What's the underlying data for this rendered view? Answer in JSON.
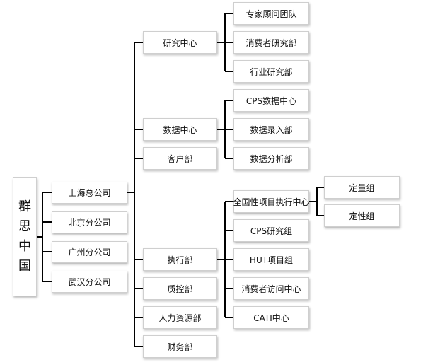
{
  "root": {
    "chars": [
      "群",
      "思",
      "中",
      "国"
    ]
  },
  "branches": [
    "上海总公司",
    "北京分公司",
    "广州分公司",
    "武汉分公司"
  ],
  "departments": {
    "research_center": "研究中心",
    "data_center": "数据中心",
    "client_dept": "客户部",
    "execution_dept": "执行部",
    "qc_dept": "质控部",
    "hr_dept": "人力资源部",
    "finance_dept": "财务部"
  },
  "research_teams": [
    "专家顾问团队",
    "消费者研究部",
    "行业研究部"
  ],
  "data_teams": [
    "CPS数据中心",
    "数据录入部",
    "数据分析部"
  ],
  "execution_teams": [
    "全国性项目执行中心",
    "CPS研究组",
    "HUT项目组",
    "消费者访问中心",
    "CATI中心"
  ],
  "national_center_groups": [
    "定量组",
    "定性组"
  ],
  "colors": {
    "line": "#000000",
    "border": "#cfcfcf"
  }
}
